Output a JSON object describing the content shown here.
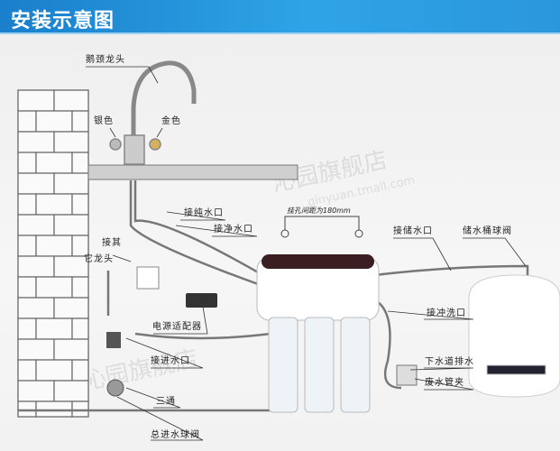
{
  "header": {
    "title": "安装示意图"
  },
  "watermark": {
    "text": "沁园旗舰店",
    "url": "qinyuan.tmall.com"
  },
  "labels": {
    "gooseneck_faucet": "鹅颈龙头",
    "silver": "银色",
    "gold": "金色",
    "pure_water_port": "接纯水口",
    "clean_water_port": "接净水口",
    "other_faucet_1": "接其",
    "other_faucet_2": "它龙头",
    "power_adapter": "电源适配器",
    "inlet_port": "接进水口",
    "tee": "三通",
    "main_inlet_valve": "总进水球阀",
    "hole_spacing": "挂孔间距为180mm",
    "storage_port": "接储水口",
    "tank_valve": "储水桶球阀",
    "flush_port": "接冲洗口",
    "drain": "下水道排水",
    "waste_clamp": "废水管夹"
  }
}
